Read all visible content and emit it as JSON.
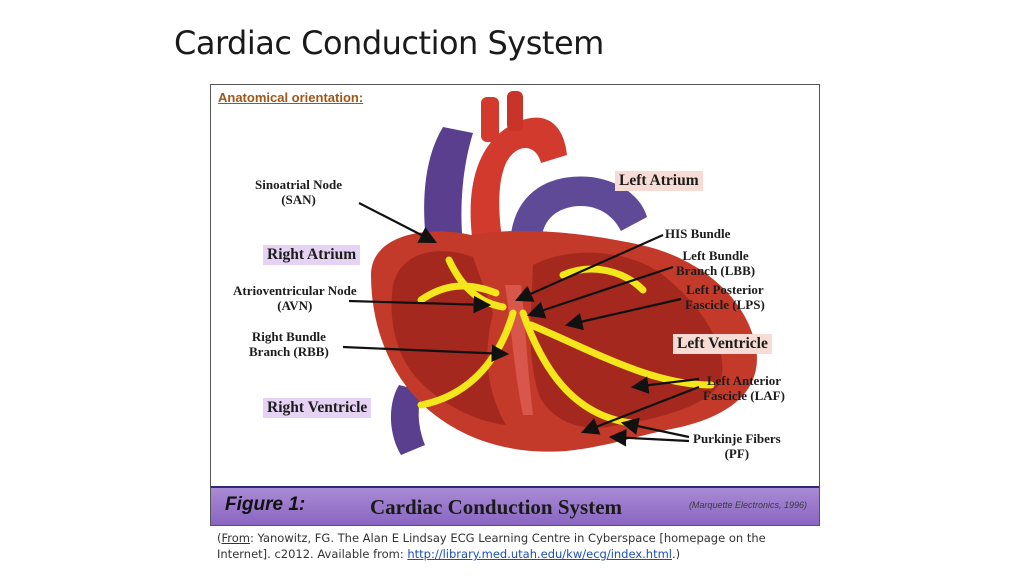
{
  "slide": {
    "title": "Cardiac Conduction System"
  },
  "figure": {
    "heading": "Anatomical orientation:",
    "labels": {
      "san_line1": "Sinoatrial Node",
      "san_line2": "(SAN)",
      "right_atrium": "Right Atrium",
      "avn_line1": "Atrioventricular Node",
      "avn_line2": "(AVN)",
      "rbb_line1": "Right Bundle",
      "rbb_line2": "Branch (RBB)",
      "right_ventricle": "Right Ventricle",
      "left_atrium": "Left Atrium",
      "his_bundle": "HIS Bundle",
      "lbb_line1": "Left Bundle",
      "lbb_line2": "Branch (LBB)",
      "lps_line1": "Left Posterior",
      "lps_line2": "Fascicle (LPS)",
      "left_ventricle": "Left Ventricle",
      "laf_line1": "Left Anterior",
      "laf_line2": "Fascicle (LAF)",
      "pf_line1": "Purkinje Fibers",
      "pf_line2": "(PF)"
    },
    "caption": {
      "figure_number": "Figure 1:",
      "figure_title": "Cardiac Conduction System",
      "credit": "(Marquette Electronics, 1996)"
    }
  },
  "source": {
    "open_paren": "(",
    "from_word": "From",
    "text": ": Yanowitz, FG. The Alan E Lindsay ECG Learning Centre in Cyberspace [homepage on the Internet]. c2012. Available from: ",
    "url": "http://library.med.utah.edu/kw/ecg/index.html",
    "close": ".)"
  },
  "colors": {
    "myocardium": "#c43a2a",
    "chamber_interior": "#a5281e",
    "conduction_yellow": "#f3e61a",
    "vein_purple": "#5a3f8e",
    "aorta_red": "#d23a2e",
    "label_box_purple": "#e6d2f2",
    "label_box_pink": "#f7dcd5",
    "caption_bar": "#9a79cc",
    "heading_orange": "#a0561a"
  }
}
